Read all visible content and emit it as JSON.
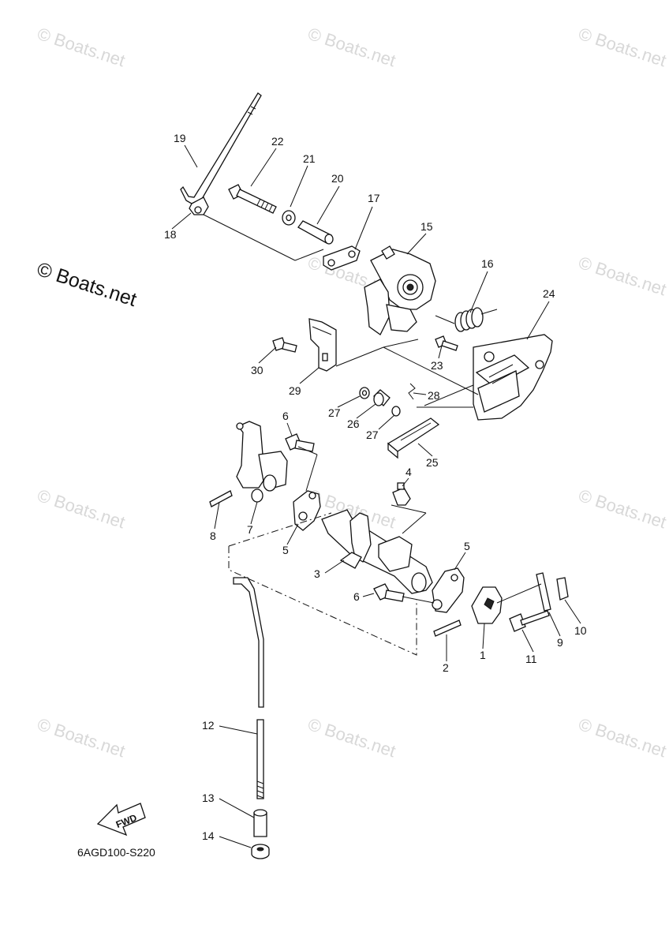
{
  "watermark_text": "© Boats.net",
  "brand_text": "© Boats.net",
  "diagram_code": "6AGD100-S220",
  "fwd_label": "FWD",
  "callouts": [
    {
      "id": "1",
      "label": "1"
    },
    {
      "id": "2",
      "label": "2"
    },
    {
      "id": "3",
      "label": "3"
    },
    {
      "id": "4",
      "label": "4"
    },
    {
      "id": "5a",
      "label": "5"
    },
    {
      "id": "5b",
      "label": "5"
    },
    {
      "id": "6a",
      "label": "6"
    },
    {
      "id": "6b",
      "label": "6"
    },
    {
      "id": "7",
      "label": "7"
    },
    {
      "id": "8",
      "label": "8"
    },
    {
      "id": "9",
      "label": "9"
    },
    {
      "id": "10",
      "label": "10"
    },
    {
      "id": "11",
      "label": "11"
    },
    {
      "id": "12",
      "label": "12"
    },
    {
      "id": "13",
      "label": "13"
    },
    {
      "id": "14",
      "label": "14"
    },
    {
      "id": "15",
      "label": "15"
    },
    {
      "id": "16",
      "label": "16"
    },
    {
      "id": "17",
      "label": "17"
    },
    {
      "id": "18",
      "label": "18"
    },
    {
      "id": "19",
      "label": "19"
    },
    {
      "id": "20",
      "label": "20"
    },
    {
      "id": "21",
      "label": "21"
    },
    {
      "id": "22",
      "label": "22"
    },
    {
      "id": "23",
      "label": "23"
    },
    {
      "id": "24",
      "label": "24"
    },
    {
      "id": "25",
      "label": "25"
    },
    {
      "id": "26",
      "label": "26"
    },
    {
      "id": "27a",
      "label": "27"
    },
    {
      "id": "27b",
      "label": "27"
    },
    {
      "id": "28",
      "label": "28"
    },
    {
      "id": "29",
      "label": "29"
    },
    {
      "id": "30",
      "label": "30"
    }
  ]
}
